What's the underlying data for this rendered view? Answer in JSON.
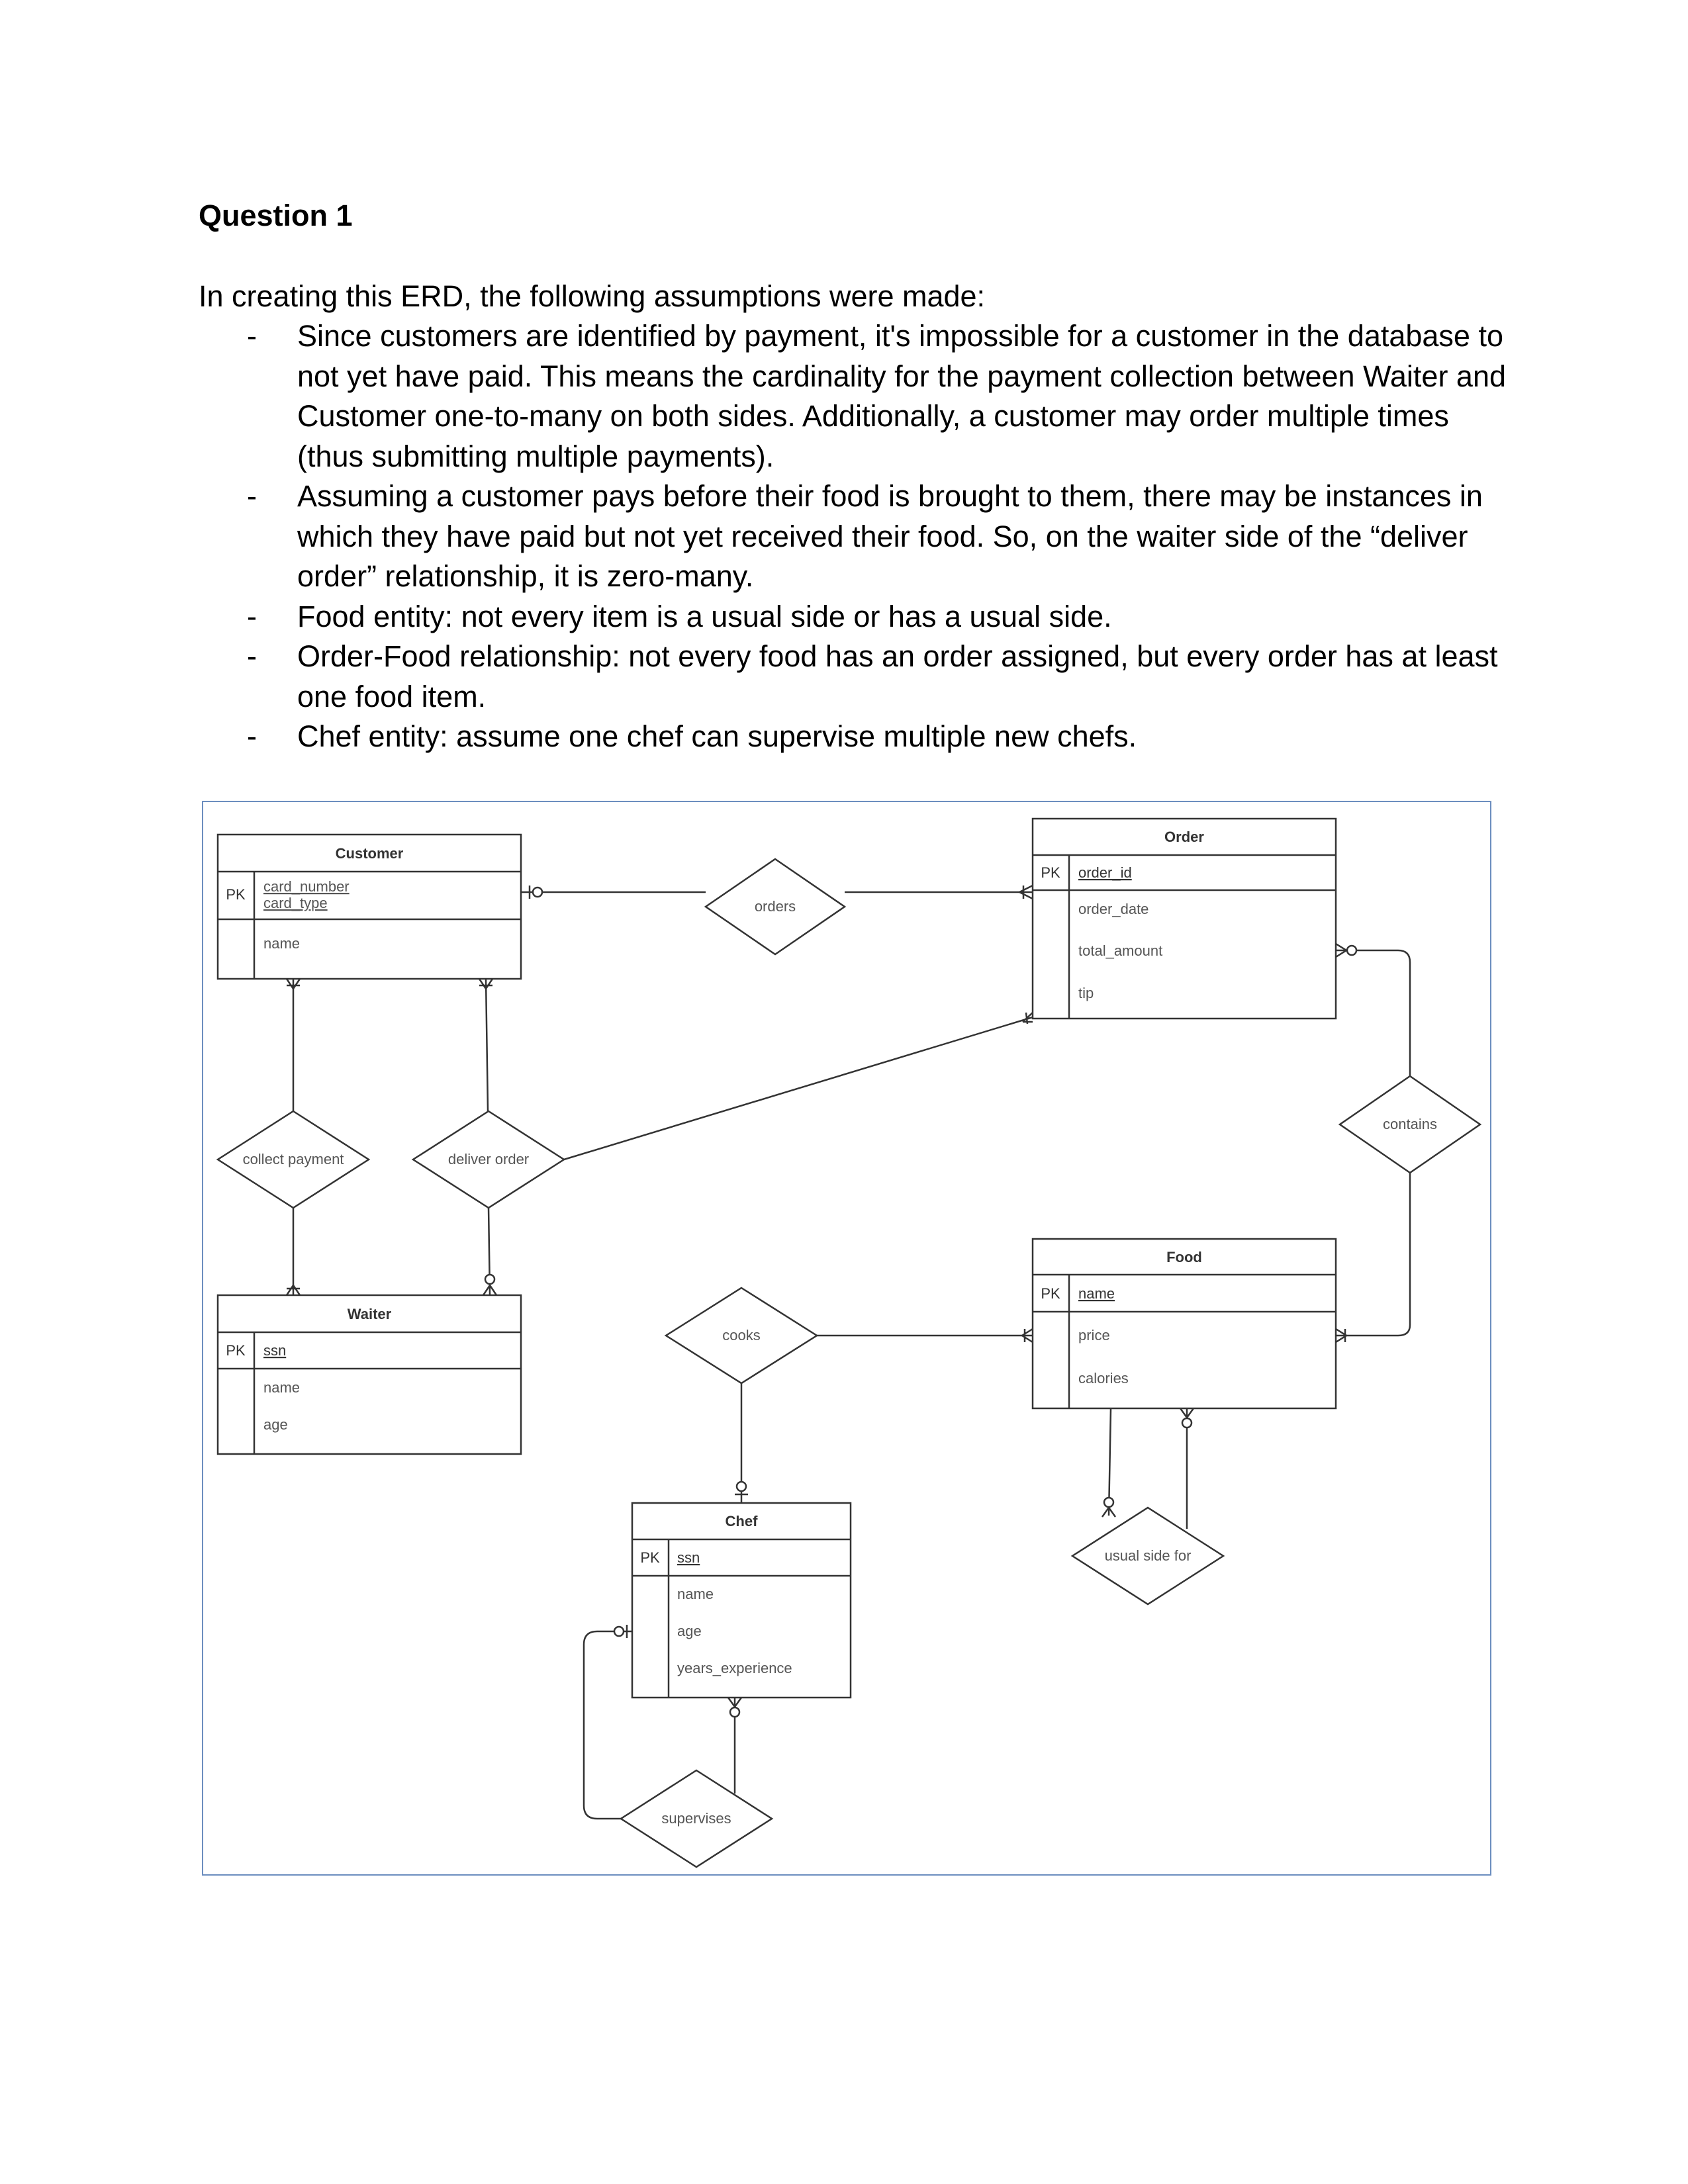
{
  "document": {
    "heading": "Question 1",
    "intro": "In creating this ERD, the following assumptions were made:",
    "bullet_marker": "-",
    "bullets": [
      "Since customers are identified by payment, it's impossible for a customer in the database to not yet have paid. This means the cardinality for the payment collection between Waiter and Customer one-to-many on both sides. Additionally, a customer may order multiple times (thus submitting multiple payments).",
      "Assuming a customer pays before their food is brought to them, there may be instances in which they have paid but not yet received their food. So, on the waiter side of the “deliver order” relationship, it is zero-many.",
      "Food entity: not every item is a usual side or has a usual side.",
      "Order-Food relationship: not every food has an order assigned, but every order has at least one food item.",
      "Chef entity: assume one chef can supervise multiple new chefs."
    ]
  },
  "erd": {
    "pk_label": "PK",
    "entities": {
      "customer": {
        "title": "Customer",
        "pk": [
          "card_number",
          "card_type"
        ],
        "attrs": [
          "name"
        ]
      },
      "order": {
        "title": "Order",
        "pk": [
          "order_id"
        ],
        "attrs": [
          "order_date",
          "total_amount",
          "tip"
        ]
      },
      "waiter": {
        "title": "Waiter",
        "pk": [
          "ssn"
        ],
        "attrs": [
          "name",
          "age"
        ]
      },
      "food": {
        "title": "Food",
        "pk": [
          "name"
        ],
        "attrs": [
          "price",
          "calories"
        ]
      },
      "chef": {
        "title": "Chef",
        "pk": [
          "ssn"
        ],
        "attrs": [
          "name",
          "age",
          "years_experience"
        ]
      }
    },
    "relationships": {
      "orders": "orders",
      "collect_payment": "collect payment",
      "deliver_order": "deliver order",
      "contains": "contains",
      "cooks": "cooks",
      "usual_side_for": "usual side for",
      "supervises": "supervises"
    },
    "colors": {
      "frame": "#6c8ebf",
      "line": "#333333",
      "label": "#555555"
    }
  }
}
